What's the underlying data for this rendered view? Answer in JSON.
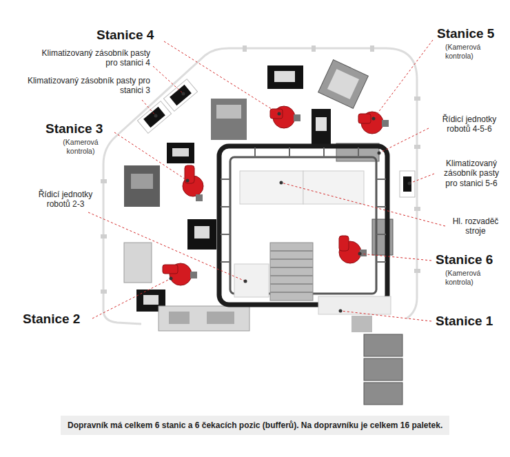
{
  "diagram": {
    "caption": "Dopravník má celkem 6 stanic a 6 čekacích pozic (bufferů). Na dopravníku je celkem 16 paletek.",
    "labels": [
      "Stanice 4",
      "Klimatizovaný zásobník pasty pro stanici 4",
      "Stanice 5",
      "(Kamerová kontrola)",
      "Klimatizovaný zásobník pasty pro stanici 3",
      "Stanice 3",
      "(Kamerová kontrola)",
      "Řídicí jednotky robotů 4-5-6",
      "Klimatizovaný zásobník pasty pro stanici 5-6",
      "Řídicí jednotky robotů 2-3",
      "Hl. rozvaděč stroje",
      "Stanice 6",
      "(Kamerová kontrola)",
      "Stanice 2",
      "Stanice 1"
    ]
  }
}
